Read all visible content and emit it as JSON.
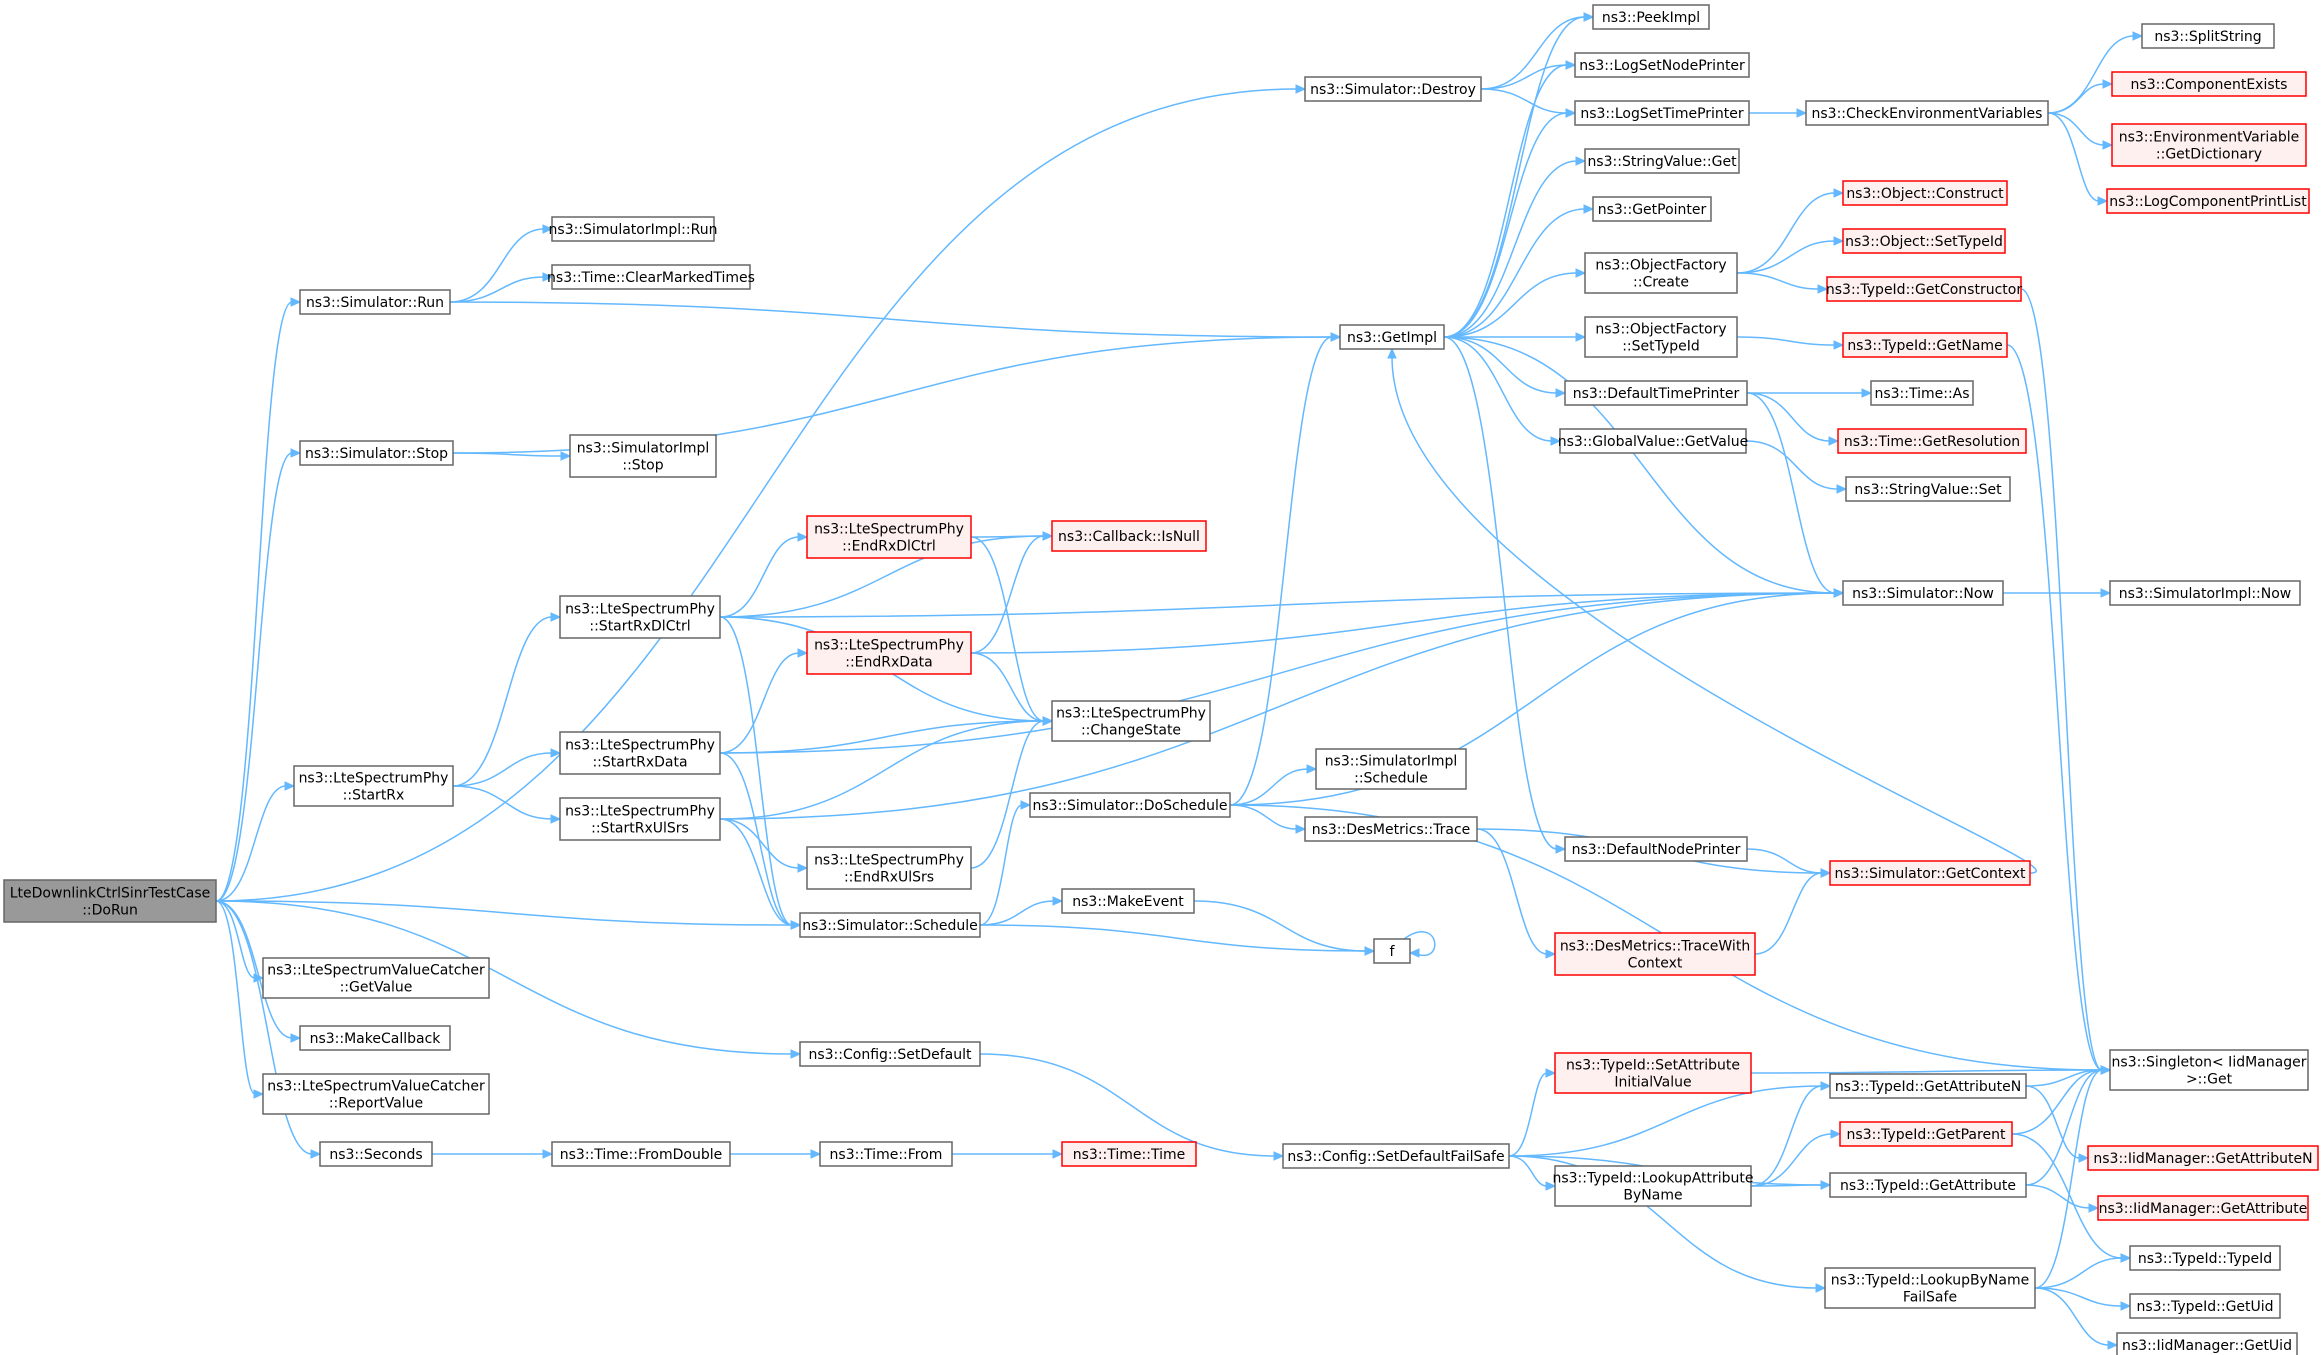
{
  "graph": {
    "colors": {
      "edge": "#63b8ff",
      "node_border": "#666666",
      "node_fill": "#ffffff",
      "red_border": "#ff0000",
      "red_fill": "#fff0f0",
      "root_fill": "#999999"
    },
    "nodes": {
      "root": [
        "LteDownlinkCtrlSinrTestCase",
        "::DoRun"
      ],
      "destroy": [
        "ns3::Simulator::Destroy"
      ],
      "sim_run": [
        "ns3::Simulator::Run"
      ],
      "simimpl_run": [
        "ns3::SimulatorImpl::Run"
      ],
      "clearmarked": [
        "ns3::Time::ClearMarkedTimes"
      ],
      "sim_stop": [
        "ns3::Simulator::Stop"
      ],
      "simimpl_stop": [
        "ns3::SimulatorImpl",
        "::Stop"
      ],
      "startrx": [
        "ns3::LteSpectrumPhy",
        "::StartRx"
      ],
      "startrxdlctrl": [
        "ns3::LteSpectrumPhy",
        "::StartRxDlCtrl"
      ],
      "startrxdata": [
        "ns3::LteSpectrumPhy",
        "::StartRxData"
      ],
      "startrxulsrs": [
        "ns3::LteSpectrumPhy",
        "::StartRxUlSrs"
      ],
      "endrxdlctrl": [
        "ns3::LteSpectrumPhy",
        "::EndRxDlCtrl"
      ],
      "endrxdata": [
        "ns3::LteSpectrumPhy",
        "::EndRxData"
      ],
      "endrxulsrs": [
        "ns3::LteSpectrumPhy",
        "::EndRxUlSrs"
      ],
      "isnull": [
        "ns3::Callback::IsNull"
      ],
      "changestate": [
        "ns3::LteSpectrumPhy",
        "::ChangeState"
      ],
      "getvalue_catcher": [
        "ns3::LteSpectrumValueCatcher",
        "::GetValue"
      ],
      "makecallback": [
        "ns3::MakeCallback"
      ],
      "reportvalue": [
        "ns3::LteSpectrumValueCatcher",
        "::ReportValue"
      ],
      "seconds": [
        "ns3::Seconds"
      ],
      "fromdouble": [
        "ns3::Time::FromDouble"
      ],
      "timefrom": [
        "ns3::Time::From"
      ],
      "timetime": [
        "ns3::Time::Time"
      ],
      "schedule": [
        "ns3::Simulator::Schedule"
      ],
      "doschedule": [
        "ns3::Simulator::DoSchedule"
      ],
      "makeevent": [
        "ns3::MakeEvent"
      ],
      "f": [
        "f"
      ],
      "config_setdefault": [
        "ns3::Config::SetDefault"
      ],
      "setdefaultfailsafe": [
        "ns3::Config::SetDefaultFailSafe"
      ],
      "getimpl": [
        "ns3::GetImpl"
      ],
      "peekimpl": [
        "ns3::PeekImpl"
      ],
      "lognodeprinter": [
        "ns3::LogSetNodePrinter"
      ],
      "logtimeprinter": [
        "ns3::LogSetTimePrinter"
      ],
      "stringvalue_get": [
        "ns3::StringValue::Get"
      ],
      "getpointer": [
        "ns3::GetPointer"
      ],
      "of_create": [
        "ns3::ObjectFactory",
        "::Create"
      ],
      "of_settypeid": [
        "ns3::ObjectFactory",
        "::SetTypeId"
      ],
      "defaulttimeprinter": [
        "ns3::DefaultTimePrinter"
      ],
      "gv_getvalue": [
        "ns3::GlobalValue::GetValue"
      ],
      "simimpl_schedule": [
        "ns3::SimulatorImpl",
        "::Schedule"
      ],
      "desmetrics_trace": [
        "ns3::DesMetrics::Trace"
      ],
      "defaultnodeprinter": [
        "ns3::DefaultNodePrinter"
      ],
      "tracewithcontext": [
        "ns3::DesMetrics::TraceWith",
        "Context"
      ],
      "sim_getcontext": [
        "ns3::Simulator::GetContext"
      ],
      "setattrinitial": [
        "ns3::TypeId::SetAttribute",
        "InitialValue"
      ],
      "lookupattrbyname": [
        "ns3::TypeId::LookupAttribute",
        "ByName"
      ],
      "getattributen": [
        "ns3::TypeId::GetAttributeN"
      ],
      "getparent": [
        "ns3::TypeId::GetParent"
      ],
      "getattribute": [
        "ns3::TypeId::GetAttribute"
      ],
      "lookupbyname": [
        "ns3::TypeId::LookupByName",
        "FailSafe"
      ],
      "checkenv": [
        "ns3::CheckEnvironmentVariables"
      ],
      "splitstring": [
        "ns3::SplitString"
      ],
      "componentexists": [
        "ns3::ComponentExists"
      ],
      "envgetdict": [
        "ns3::EnvironmentVariable",
        "::GetDictionary"
      ],
      "logcompprint": [
        "ns3::LogComponentPrintList"
      ],
      "obj_construct": [
        "ns3::Object::Construct"
      ],
      "obj_settypeid": [
        "ns3::Object::SetTypeId"
      ],
      "getconstructor": [
        "ns3::TypeId::GetConstructor"
      ],
      "typeid_getname": [
        "ns3::TypeId::GetName"
      ],
      "time_as": [
        "ns3::Time::As"
      ],
      "getresolution": [
        "ns3::Time::GetResolution"
      ],
      "stringvalue_set": [
        "ns3::StringValue::Set"
      ],
      "sim_now": [
        "ns3::Simulator::Now"
      ],
      "simimpl_now": [
        "ns3::SimulatorImpl::Now"
      ],
      "singleton_get": [
        "ns3::Singleton< IidManager",
        " >::Get"
      ],
      "iid_getattrn": [
        "ns3::IidManager::GetAttributeN"
      ],
      "iid_getattr": [
        "ns3::IidManager::GetAttribute"
      ],
      "typeid_typeid": [
        "ns3::TypeId::TypeId"
      ],
      "typeid_getuid": [
        "ns3::TypeId::GetUid"
      ],
      "iid_getuid": [
        "ns3::IidManager::GetUid"
      ]
    }
  }
}
